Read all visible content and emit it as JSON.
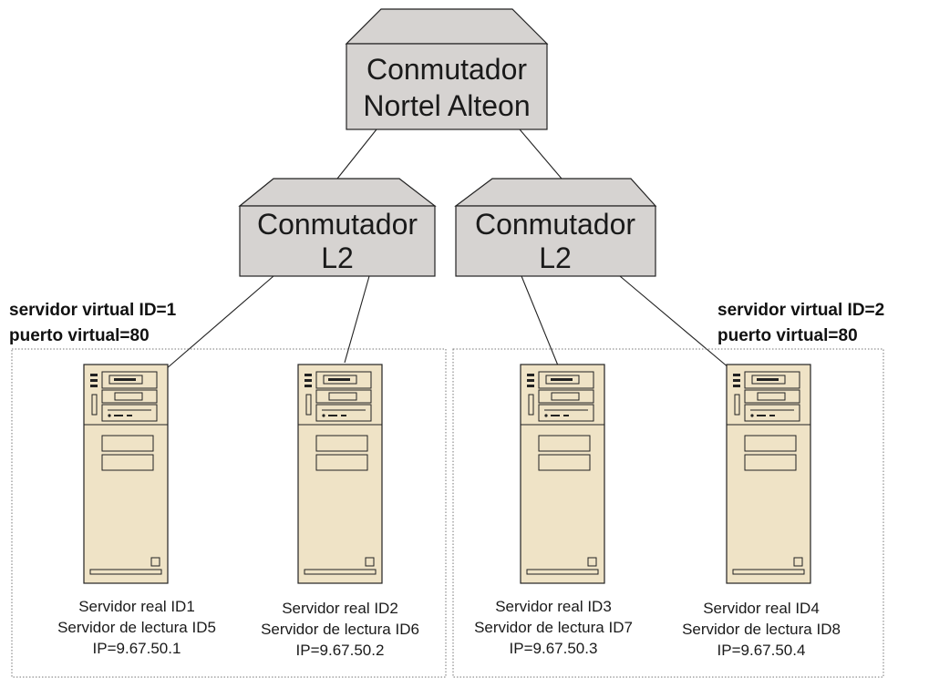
{
  "main_switch": {
    "line1": "Conmutador",
    "line2": "Nortel Alteon"
  },
  "l2_switches": [
    {
      "line1": "Conmutador",
      "line2": "L2"
    },
    {
      "line1": "Conmutador",
      "line2": "L2"
    }
  ],
  "groups": [
    {
      "line1": "servidor virtual ID=1",
      "line2": "puerto virtual=80"
    },
    {
      "line1": "servidor virtual ID=2",
      "line2": "puerto virtual=80"
    }
  ],
  "servers": [
    {
      "line1": "Servidor real ID1",
      "line2": "Servidor de lectura ID5",
      "line3": "IP=9.67.50.1"
    },
    {
      "line1": "Servidor real ID2",
      "line2": "Servidor de lectura ID6",
      "line3": "IP=9.67.50.2"
    },
    {
      "line1": "Servidor real ID3",
      "line2": "Servidor de lectura ID7",
      "line3": "IP=9.67.50.3"
    },
    {
      "line1": "Servidor real ID4",
      "line2": "Servidor de lectura ID8",
      "line3": "IP=9.67.50.4"
    }
  ],
  "colors": {
    "switch_fill": "#d6d3d1",
    "server_fill": "#efe3c6",
    "stroke": "#222222",
    "group_border": "#777777"
  }
}
